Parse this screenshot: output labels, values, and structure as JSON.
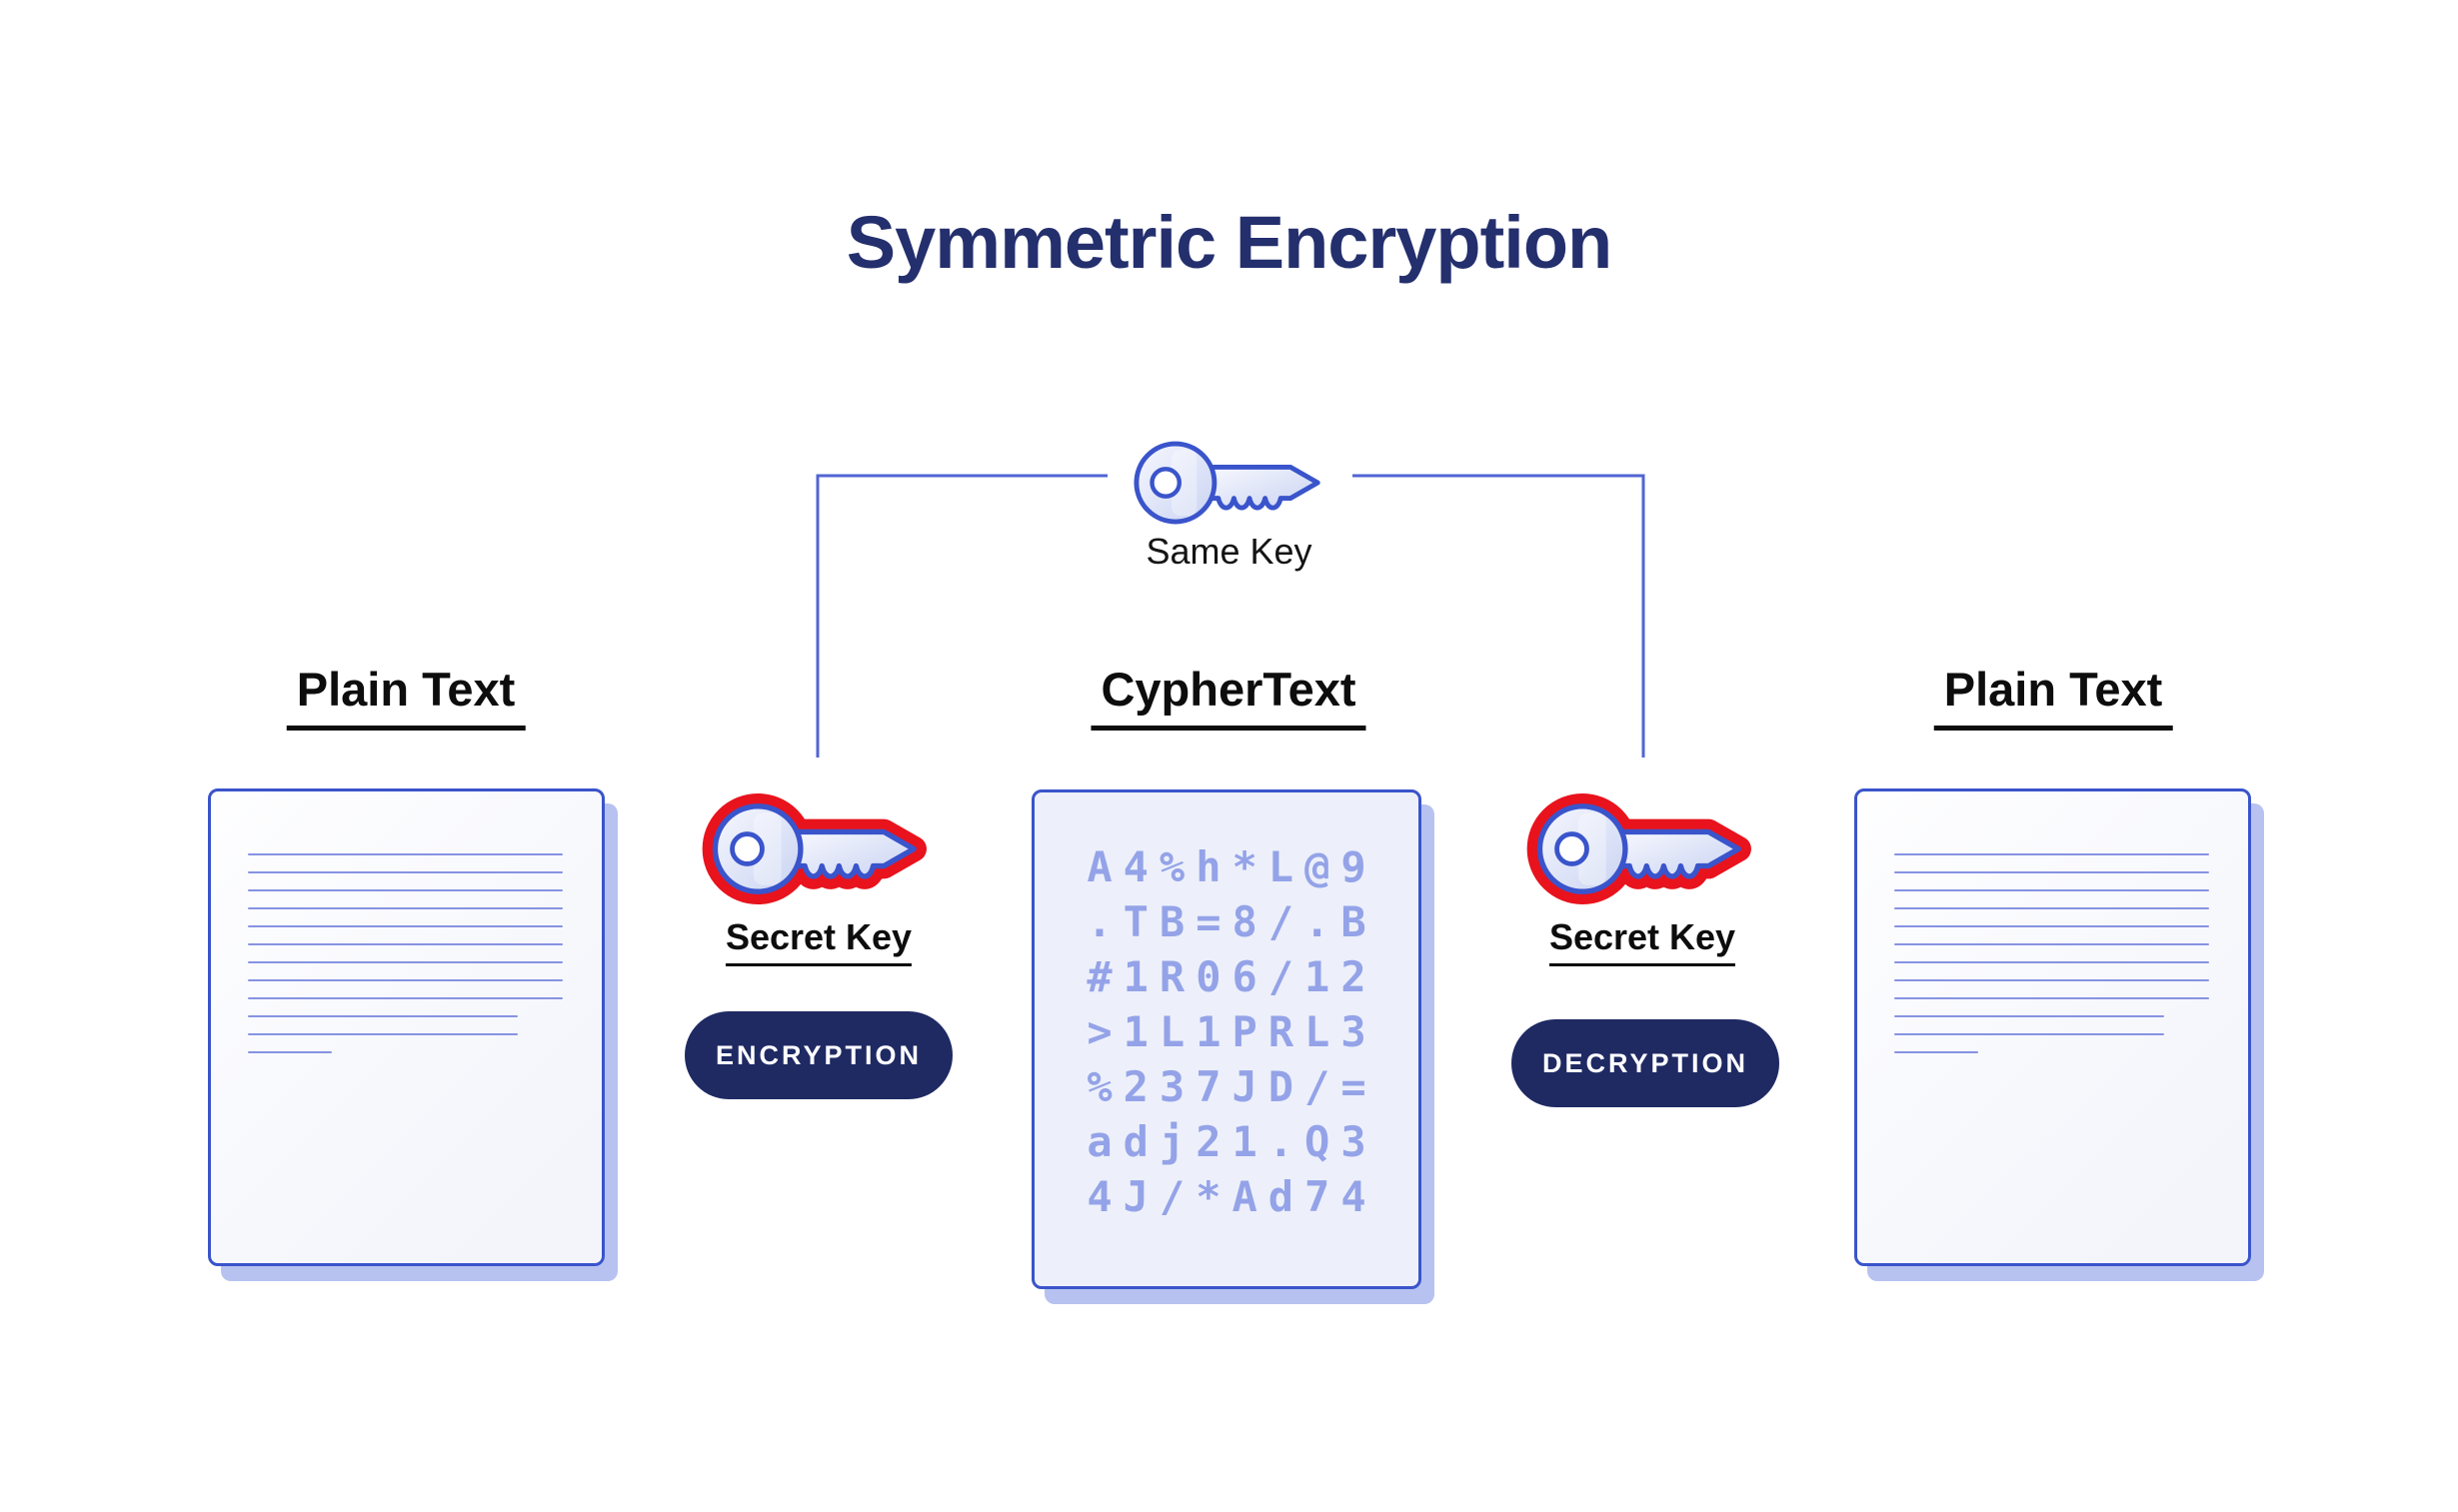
{
  "title": "Symmetric Encryption",
  "top_key": {
    "label": "Same Key",
    "icon": "key-icon"
  },
  "left": {
    "heading": "Plain Text",
    "key_label": "Secret Key",
    "button": "ENCRYPTION",
    "icon": "red-key-icon"
  },
  "center": {
    "heading": "CypherText",
    "cipher_lines": [
      "A4%h*L@9",
      ".TB=8/.B",
      "#1R06/12",
      ">1L1PRL3",
      "%237JD/=",
      "adj21.Q3",
      "4J/*Ad74"
    ]
  },
  "right": {
    "heading": "Plain Text",
    "key_label": "Secret Key",
    "button": "DECRYPTION",
    "icon": "red-key-icon"
  },
  "doc_line_widths": [
    315,
    315,
    315,
    315,
    315,
    315,
    315,
    315,
    315,
    270,
    270,
    84
  ],
  "colors": {
    "navy": "#242f6d",
    "button_navy": "#1f2a63",
    "line_blue": "#3a54cb",
    "bracket_blue": "#5065d3",
    "ruled_line": "#8793e2",
    "cipher_text": "#94a3e8",
    "red": "#e8131d",
    "doc_shadow": "#b7c2f1",
    "cipher_fill": "#edf0fa",
    "text_black": "#0d0d0d"
  }
}
